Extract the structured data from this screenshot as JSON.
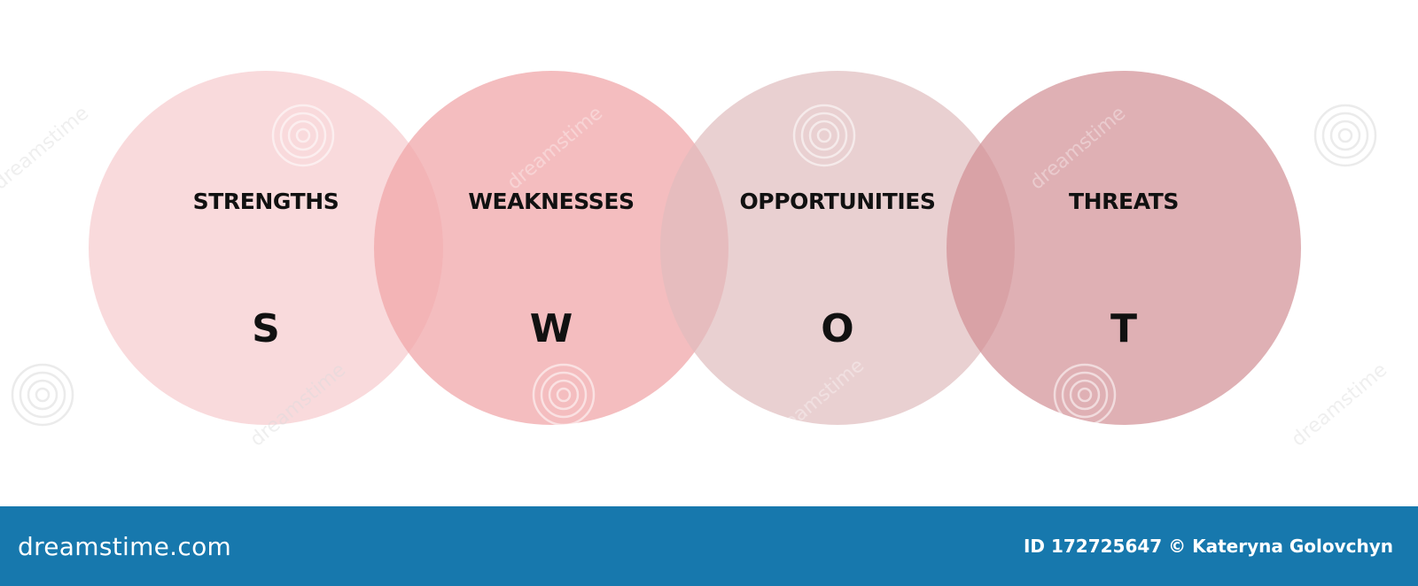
{
  "diagram": {
    "items": [
      {
        "label": "STRENGTHS",
        "letter": "S",
        "color": "#f8d4d6"
      },
      {
        "label": "WEAKNESSES",
        "letter": "W",
        "color": "#f0a7aa"
      },
      {
        "label": "OPPORTUNITIES",
        "letter": "O",
        "color": "#dfbcbe"
      },
      {
        "label": "THREATS",
        "letter": "T",
        "color": "#d28f94"
      }
    ]
  },
  "watermark": {
    "text": "dreamstime"
  },
  "footer": {
    "logo": "dreamstime.com",
    "credit": "ID 172725647 © Kateryna Golovchyn",
    "background": "#1778ad"
  }
}
